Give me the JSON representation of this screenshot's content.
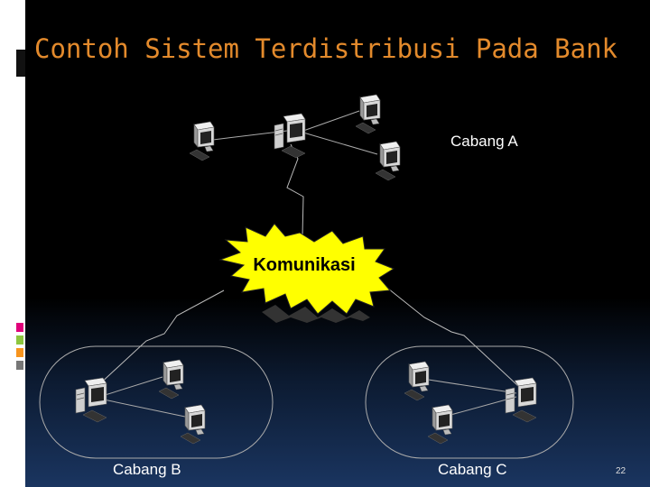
{
  "slide": {
    "title": "Contoh Sistem Terdistribusi Pada Bank",
    "page_number": "22"
  },
  "diagram": {
    "center_label": "Komunikasi",
    "branches": [
      {
        "label": "Cabang A"
      },
      {
        "label": "Cabang B"
      },
      {
        "label": "Cabang C"
      }
    ]
  },
  "colors": {
    "title": "#e38a2c",
    "burst": "#ffff00",
    "accent_pink": "#e0007a",
    "accent_green": "#8dc63f",
    "accent_orange": "#f7941d"
  }
}
